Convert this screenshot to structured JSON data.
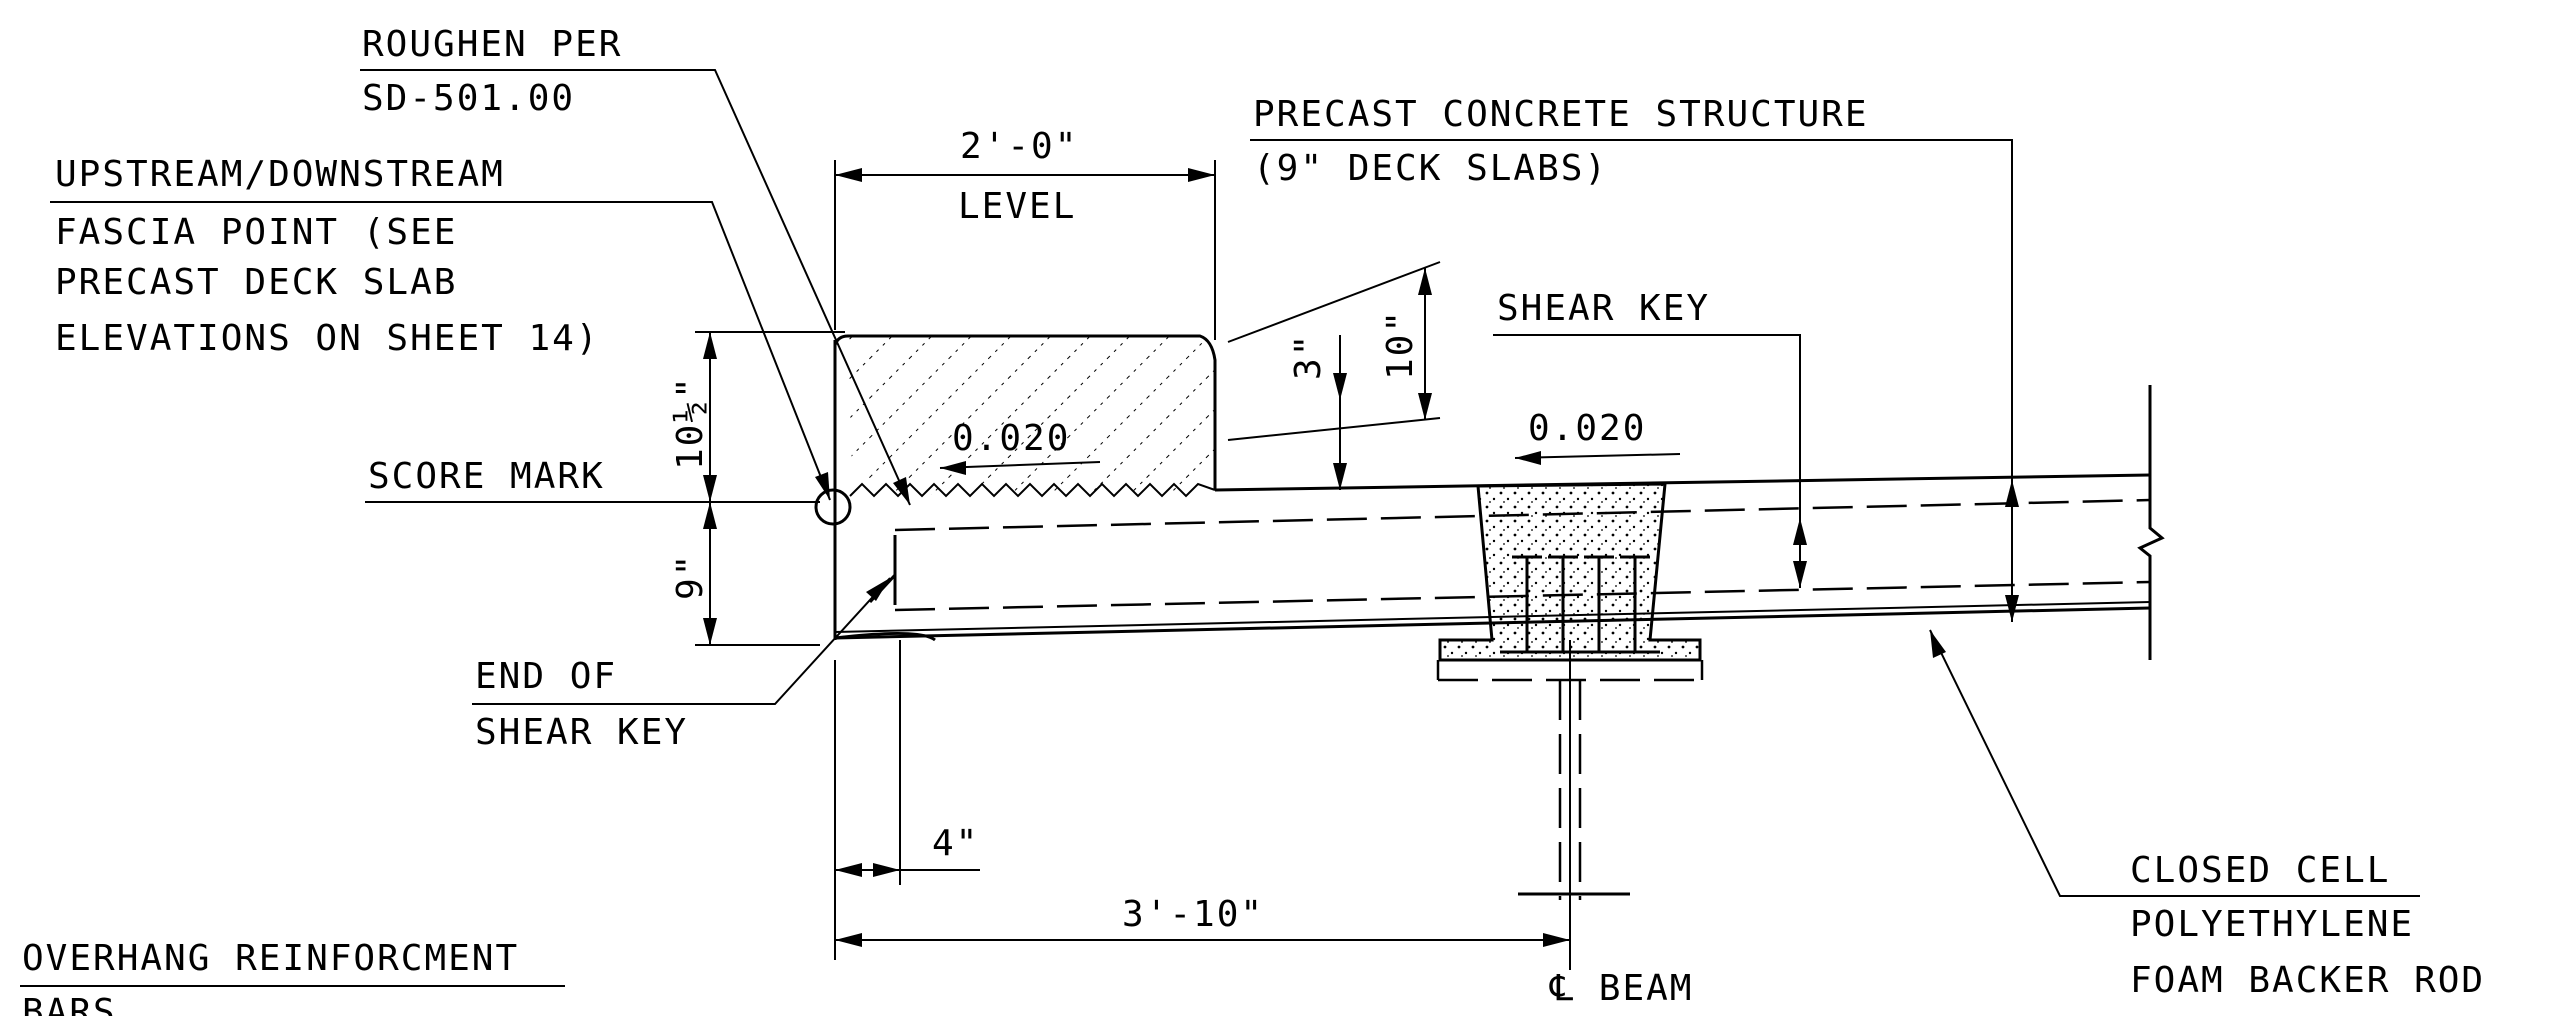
{
  "labels": {
    "roughen_1": "ROUGHEN PER",
    "roughen_2": "SD-501.00",
    "fascia_1": "UPSTREAM/DOWNSTREAM",
    "fascia_2": "FASCIA POINT (SEE",
    "fascia_3": "PRECAST DECK SLAB",
    "fascia_4": "ELEVATIONS ON SHEET 14)",
    "score_mark": "SCORE MARK",
    "end_key_1": "END OF",
    "end_key_2": "SHEAR KEY",
    "overhang_1": "OVERHANG REINFORCMENT",
    "overhang_2": "BARS",
    "precast_1": "PRECAST CONCRETE STRUCTURE",
    "precast_2": "(9\" DECK SLABS)",
    "shear_key": "SHEAR KEY",
    "closed_1": "CLOSED CELL",
    "closed_2": "POLYETHYLENE",
    "closed_3": "FOAM BACKER ROD",
    "cl_beam": "℄ BEAM"
  },
  "dimensions": {
    "top_width": "2'-0\"",
    "top_level": "LEVEL",
    "height_upper": "10½\"",
    "height_lower": "9\"",
    "curb_3": "3\"",
    "curb_10": "10\"",
    "slope_left": "0.020",
    "slope_right": "0.020",
    "dim_4": "4\"",
    "dim_3_10": "3'-10\""
  },
  "colors": {
    "ink": "#000000",
    "background": "#ffffff"
  }
}
